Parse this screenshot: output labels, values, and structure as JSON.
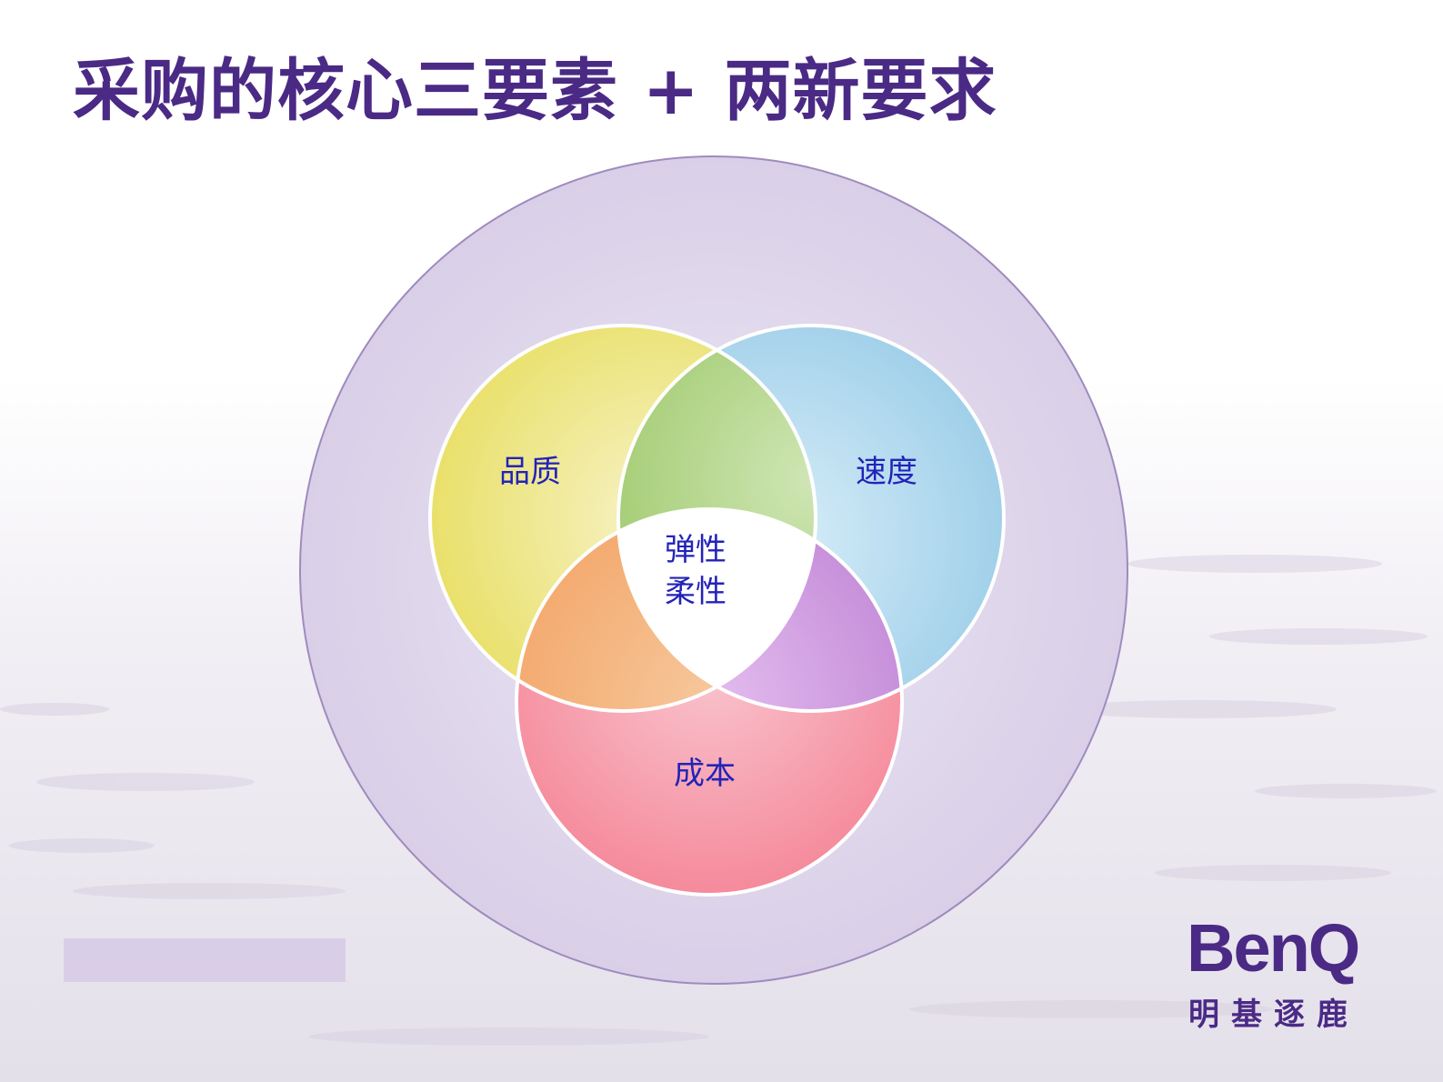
{
  "slide": {
    "title": "采购的核心三要素 + 两新要求"
  },
  "diagram": {
    "circles": [
      {
        "id": "quality",
        "label": "品质",
        "color": "#ebe36a"
      },
      {
        "id": "speed",
        "label": "速度",
        "color": "#a7d3ea"
      },
      {
        "id": "cost",
        "label": "成本",
        "color": "#f7909f"
      }
    ],
    "center": {
      "line1": "弹性",
      "line2": "柔性"
    },
    "outer_color": "#ddd3ea",
    "overlap_colors": {
      "quality_speed": "#a3cc6c",
      "quality_cost": "#f3a86a",
      "speed_cost": "#c58ad6"
    }
  },
  "logo": {
    "brand": "BenQ",
    "chinese": "明基逐鹿"
  }
}
